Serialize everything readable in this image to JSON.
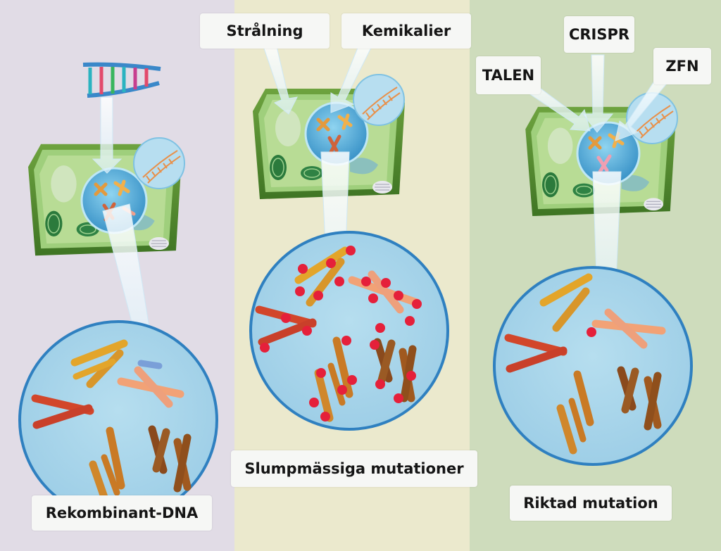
{
  "labels": {
    "stralning": "Strålning",
    "kemikalier": "Kemikalier",
    "crispr": "CRISPR",
    "talen": "TALEN",
    "zfn": "ZFN",
    "rekombinant": "Rekombinant-DNA",
    "slumpmassiga": "Slumpmässiga mutationer",
    "riktad": "Riktad mutation"
  },
  "icons": {
    "dna": "dna-helix-icon",
    "cell": "plant-cell-icon",
    "chromosome": "chromosome-icon",
    "mutation": "mutation-star-icon"
  },
  "colors": {
    "panel_1_bg": "#e1dce6",
    "panel_2_bg": "#ebe9cd",
    "panel_3_bg": "#cedcbc",
    "nucleus_blue": "#a7d6ea",
    "circle_border": "#2f80c0",
    "cell_wall": "#4f8a2f",
    "mutation_red": "#e5203a"
  }
}
